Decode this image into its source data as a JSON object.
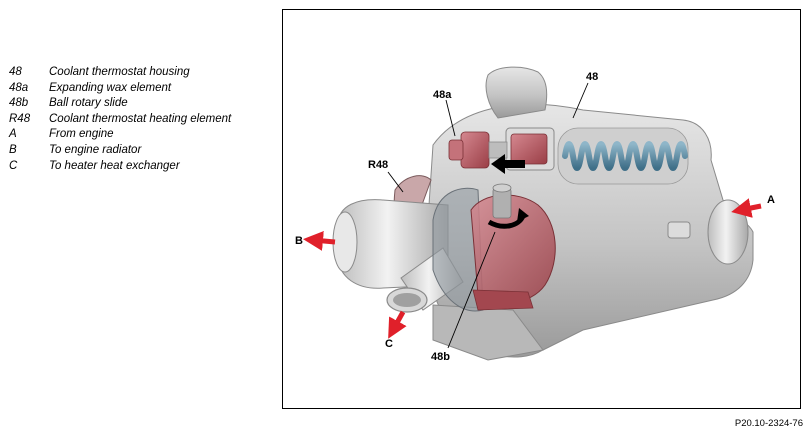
{
  "legend": [
    {
      "key": "48",
      "desc": "Coolant thermostat housing"
    },
    {
      "key": "48a",
      "desc": "Expanding wax element"
    },
    {
      "key": "48b",
      "desc": "Ball rotary slide"
    },
    {
      "key": "R48",
      "desc": "Coolant thermostat heating element"
    },
    {
      "key": "A",
      "desc": "From engine"
    },
    {
      "key": "B",
      "desc": "To engine radiator"
    },
    {
      "key": "C",
      "desc": "To heater heat exchanger"
    }
  ],
  "callouts": {
    "c48": "48",
    "c48a": "48a",
    "c48b": "48b",
    "cR48": "R48",
    "cA": "A",
    "cB": "B",
    "cC": "C"
  },
  "figure_ref": "P20.10-2324-76",
  "colors": {
    "housing": "#c9c9c9",
    "spring": "#5e8fa8",
    "wax_element": "#c96a72",
    "rotary_slide": "#b8555c",
    "flow_arrow": "#e0202a",
    "motion_arrow": "#000000"
  }
}
